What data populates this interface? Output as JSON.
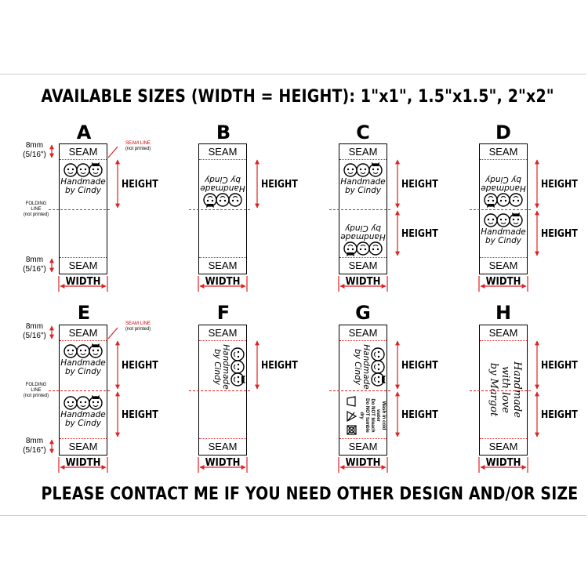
{
  "title": "AVAILABLE SIZES (WIDTH = HEIGHT): 1\"x1\", 1.5\"x1.5\", 2\"x2\"",
  "footer": "PLEASE CONTACT ME IF YOU NEED OTHER DESIGN AND/OR SIZE",
  "labels": {
    "seam": "SEAM",
    "height": "HEIGHT",
    "width": "WIDTH",
    "seam_mm": "8mm",
    "seam_in": "(5/16\")",
    "seam_line": "SEAM LINE",
    "not_printed": "(not printed)",
    "folding": "FOLDING",
    "line": "LINE",
    "handmade": "Handmade",
    "by_cindy": "by Cindy",
    "with_love": "Handmade",
    "with_love2": "with love",
    "by_margot": "by Margot",
    "care1": "Wash in cold water",
    "care2": "Do NOT bleach",
    "care3": "Do NOT tumble dry"
  },
  "designs": [
    {
      "letter": "A"
    },
    {
      "letter": "B"
    },
    {
      "letter": "C"
    },
    {
      "letter": "D"
    },
    {
      "letter": "E"
    },
    {
      "letter": "F"
    },
    {
      "letter": "G"
    },
    {
      "letter": "H"
    }
  ],
  "colors": {
    "accent": "#d22222",
    "ink": "#000000"
  }
}
